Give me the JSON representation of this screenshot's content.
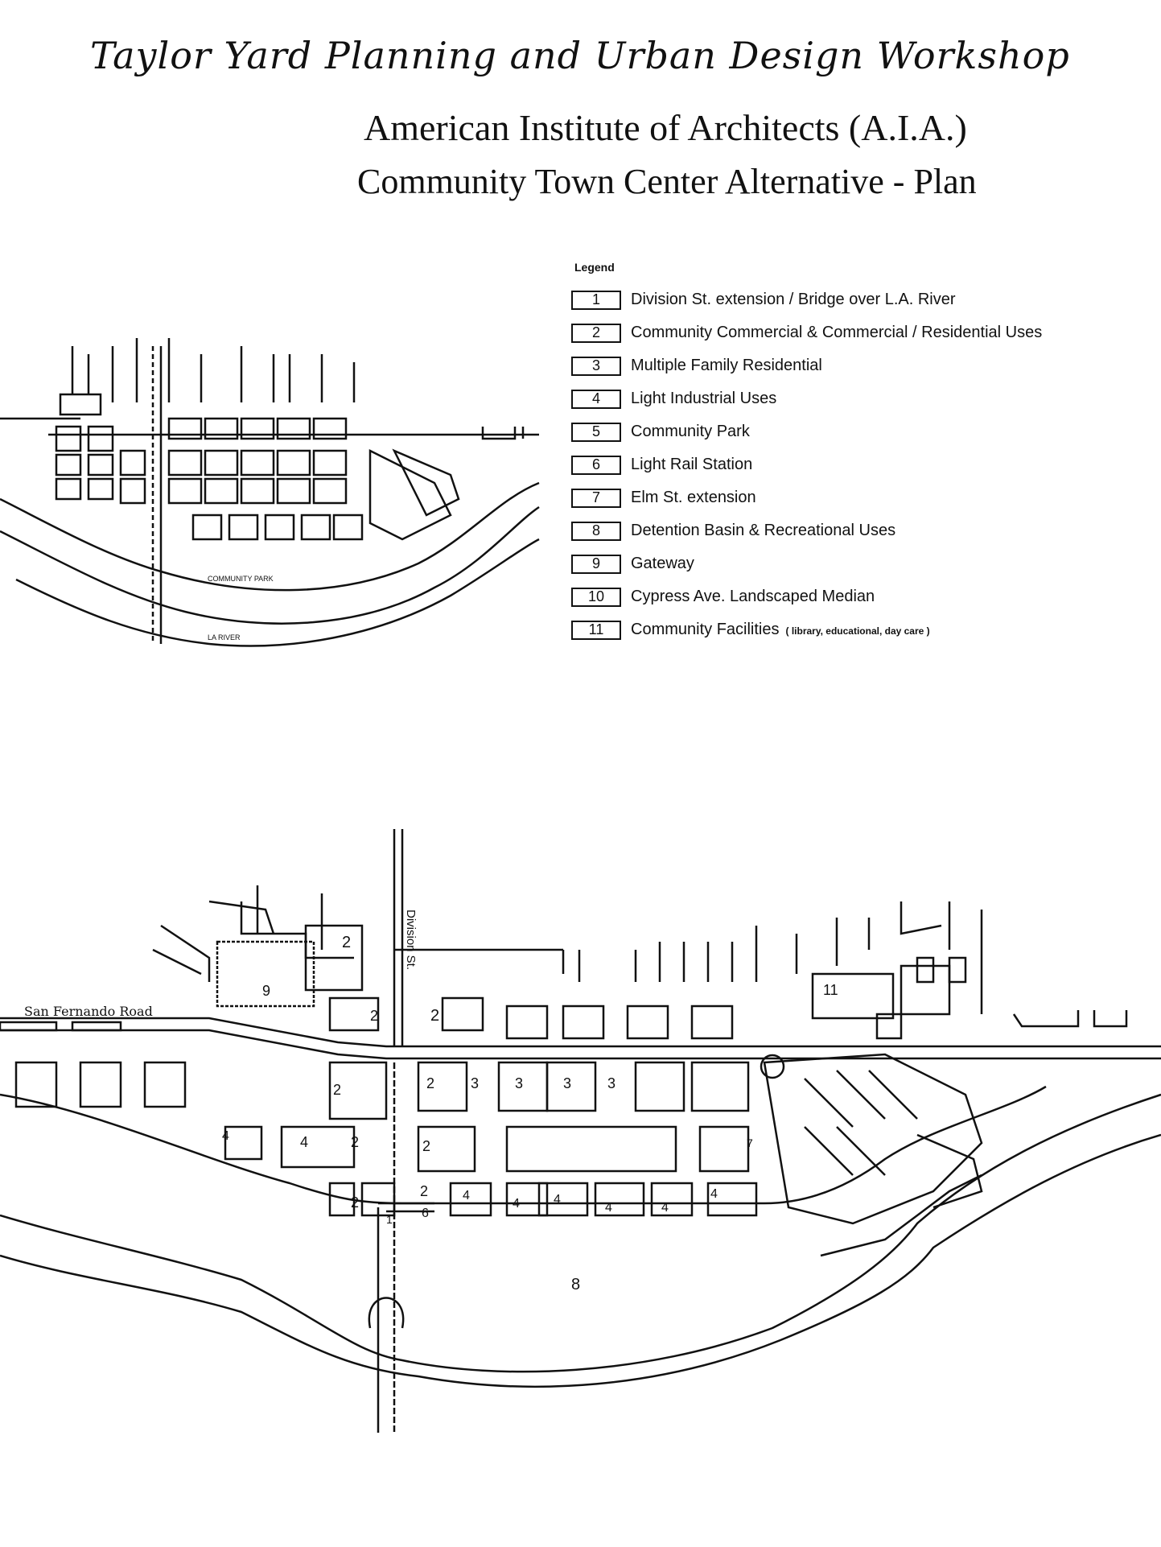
{
  "header": {
    "workshop_title": "Taylor Yard Planning and Urban Design Workshop",
    "organization": "American Institute of Architects (A.I.A.)",
    "plan_title": "Community Town Center Alternative - Plan"
  },
  "legend": {
    "heading": "Legend",
    "items": [
      {
        "number": "1",
        "label": "Division St. extension / Bridge over L.A. River"
      },
      {
        "number": "2",
        "label": "Community Commercial & Commercial / Residential Uses"
      },
      {
        "number": "3",
        "label": "Multiple Family Residential"
      },
      {
        "number": "4",
        "label": "Light Industrial Uses"
      },
      {
        "number": "5",
        "label": "Community Park"
      },
      {
        "number": "6",
        "label": "Light Rail Station"
      },
      {
        "number": "7",
        "label": "Elm St. extension"
      },
      {
        "number": "8",
        "label": "Detention Basin & Recreational Uses"
      },
      {
        "number": "9",
        "label": "Gateway"
      },
      {
        "number": "10",
        "label": "Cypress Ave. Landscaped Median"
      },
      {
        "number": "11",
        "label": "Community Facilities",
        "note": "( library, educational, day care )"
      }
    ]
  },
  "overview_map": {
    "park_label": "COMMUNITY PARK",
    "river_label": "LA RIVER"
  },
  "main_map": {
    "street_labels": {
      "san_fernando": "San Fernando Road",
      "division": "Division St."
    },
    "block_labels": [
      "2",
      "9",
      "2",
      "2",
      "3",
      "3",
      "3",
      "3",
      "2",
      "2",
      "4",
      "2",
      "2",
      "2",
      "2",
      "6",
      "4",
      "4",
      "4",
      "4",
      "4",
      "4",
      "4",
      "7",
      "11",
      "1",
      "8"
    ]
  }
}
